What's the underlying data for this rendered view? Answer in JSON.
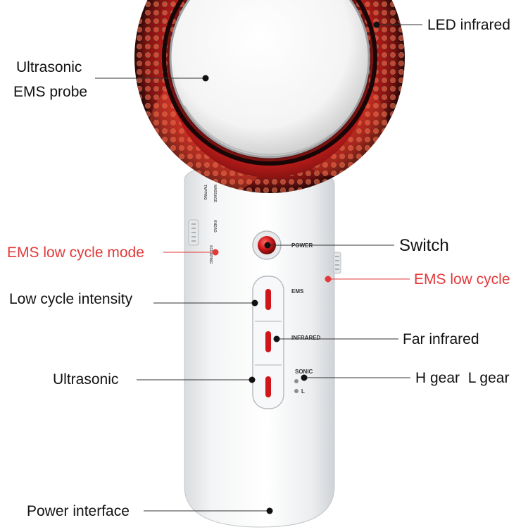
{
  "colors": {
    "ring_red": "#c8201c",
    "led_glow": "#ff5a3c",
    "body_white": "#f1f2f4",
    "accent_red": "#e23a3a",
    "button_red": "#d0161a",
    "text": "#111111"
  },
  "labels": {
    "led_infrared": "LED infrared",
    "ultrasonic_ems_probe_line1": "Ultrasonic",
    "ultrasonic_ems_probe_line2": "EMS probe",
    "ems_low_cycle_mode": "EMS low cycle mode",
    "switch": "Switch",
    "ems_low_cycle": "EMS low cycle",
    "low_cycle_intensity": "Low cycle intensity",
    "far_infrared": "Far infrared",
    "ultrasonic": "Ultrasonic",
    "gear": "H gear  L gear",
    "power_interface": "Power interface"
  },
  "device_text": {
    "power": "POWER",
    "ems": "EMS",
    "infrared": "INFRARED",
    "sonic": "SONIC",
    "l": "L",
    "side_text_1": "MASSAGE",
    "side_text_2": "TAPPING",
    "side_text_3": "KNEAD",
    "side_text_4": "SCRAPING"
  }
}
